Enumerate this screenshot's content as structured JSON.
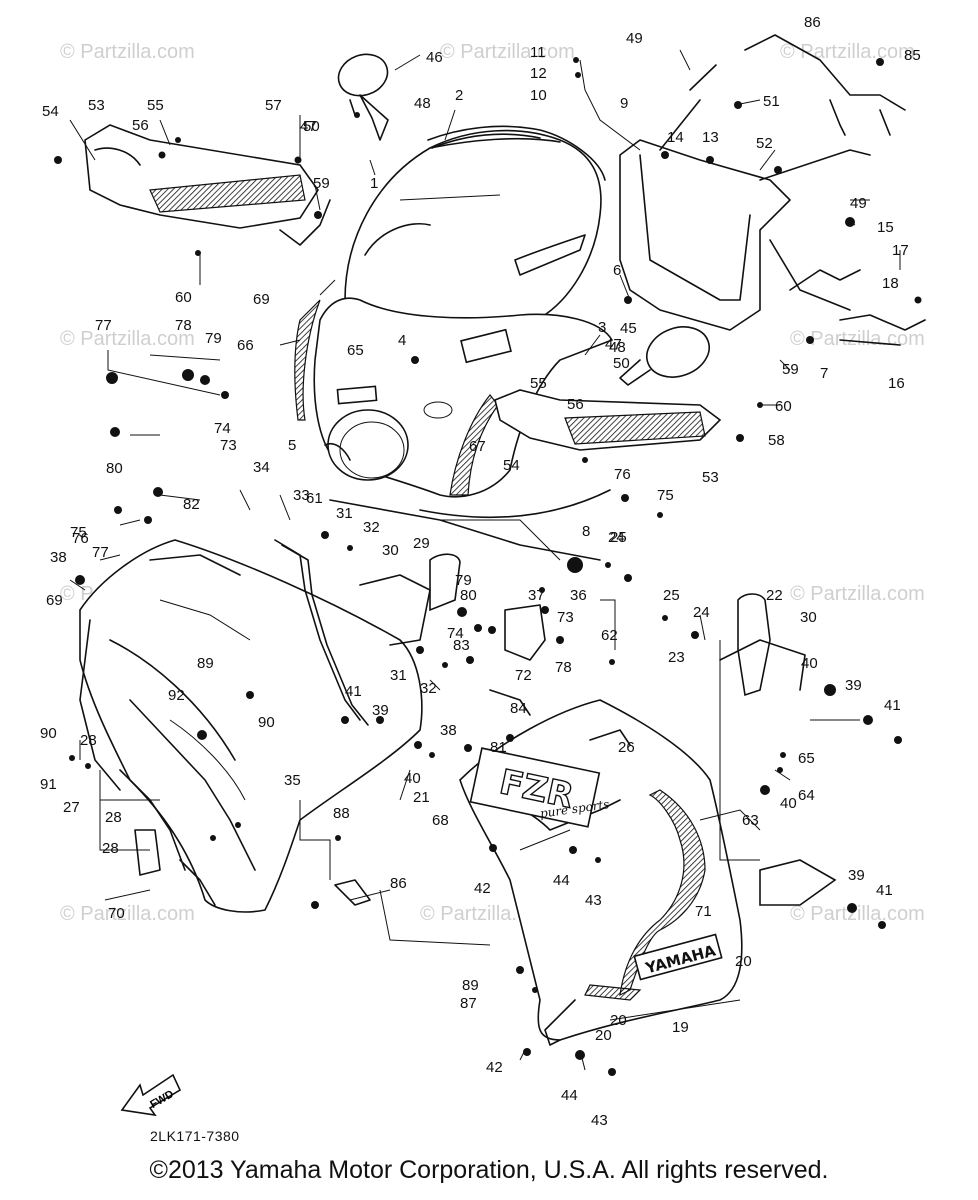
{
  "watermark": "© Partzilla.com",
  "figure_code": "2LK171-7380",
  "fwd_label": "FWD",
  "decal_fzr": "FZR",
  "decal_pure_sports": "pure sports",
  "decal_yamaha": "YAMAHA",
  "copyright": "©2013 Yamaha Motor Corporation, U.S.A. All rights reserved.",
  "callouts": [
    "1",
    "2",
    "3",
    "4",
    "5",
    "6",
    "7",
    "8",
    "9",
    "10",
    "11",
    "12",
    "13",
    "14",
    "15",
    "16",
    "17",
    "18",
    "19",
    "20",
    "20",
    "20",
    "21",
    "22",
    "23",
    "24",
    "24",
    "25",
    "25",
    "26",
    "27",
    "28",
    "28",
    "28",
    "29",
    "30",
    "30",
    "31",
    "31",
    "32",
    "32",
    "33",
    "34",
    "35",
    "36",
    "37",
    "38",
    "38",
    "39",
    "39",
    "39",
    "40",
    "40",
    "40",
    "41",
    "41",
    "41",
    "42",
    "42",
    "43",
    "43",
    "44",
    "44",
    "45",
    "46",
    "47",
    "47",
    "48",
    "48",
    "49",
    "49",
    "50",
    "50",
    "51",
    "52",
    "53",
    "53",
    "54",
    "54",
    "55",
    "55",
    "56",
    "56",
    "57",
    "58",
    "59",
    "59",
    "60",
    "60",
    "61",
    "62",
    "63",
    "64",
    "65",
    "65",
    "66",
    "67",
    "68",
    "69",
    "69",
    "70",
    "71",
    "72",
    "73",
    "73",
    "74",
    "74",
    "75",
    "75",
    "76",
    "76",
    "77",
    "77",
    "78",
    "78",
    "79",
    "79",
    "80",
    "80",
    "81",
    "82",
    "83",
    "84",
    "85",
    "86",
    "86",
    "87",
    "88",
    "89",
    "89",
    "90",
    "90",
    "91",
    "92"
  ]
}
